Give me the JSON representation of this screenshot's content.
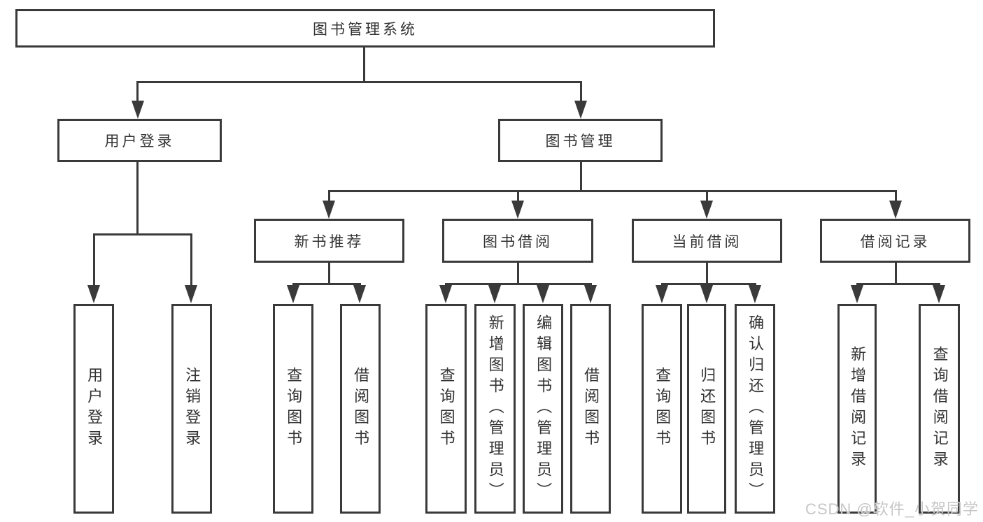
{
  "diagram_type": "functional-structure-tree",
  "colors": {
    "background": "#ffffff",
    "line": "#3a3a3a",
    "box_border": "#3a3a3a",
    "text": "#333333",
    "watermark": "#c6c6c6"
  },
  "tree": {
    "root": {
      "label": "图书管理系统"
    },
    "branches": [
      {
        "label": "用户登录",
        "children": [
          {
            "label": "用户登录"
          },
          {
            "label": "注销登录"
          }
        ]
      },
      {
        "label": "图书管理",
        "children": [
          {
            "label": "新书推荐",
            "children": [
              {
                "label": "查询图书"
              },
              {
                "label": "借阅图书"
              }
            ]
          },
          {
            "label": "图书借阅",
            "children": [
              {
                "label": "查询图书"
              },
              {
                "label": "新增图书（管理员）"
              },
              {
                "label": "编辑图书（管理员）"
              },
              {
                "label": "借阅图书"
              }
            ]
          },
          {
            "label": "当前借阅",
            "children": [
              {
                "label": "查询图书"
              },
              {
                "label": "归还图书"
              },
              {
                "label": "确认归还（管理员）"
              }
            ]
          },
          {
            "label": "借阅记录",
            "children": [
              {
                "label": "新增借阅记录"
              },
              {
                "label": "查询借阅记录"
              }
            ]
          }
        ]
      }
    ]
  },
  "watermark": {
    "text": "CSDN @软件_小贺同学"
  }
}
